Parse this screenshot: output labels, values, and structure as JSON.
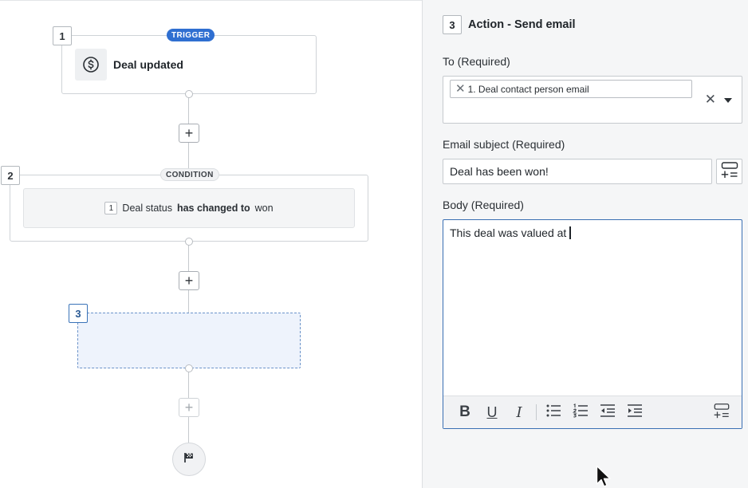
{
  "flow": {
    "trigger": {
      "step": "1",
      "badge": "TRIGGER",
      "label": "Deal updated",
      "icon": "dollar-circle-icon"
    },
    "condition": {
      "step": "2",
      "badge": "CONDITION",
      "rule_index": "1",
      "field": "Deal status",
      "operator": "has changed to",
      "value": "won"
    },
    "action_placeholder": {
      "step": "3"
    },
    "add_symbol": "+",
    "end_icon": "flag-icon"
  },
  "panel": {
    "step": "3",
    "title": "Action - Send email",
    "to": {
      "label": "To (Required)",
      "chip": "1. Deal contact person email",
      "chip_remove": "✕",
      "clear": "✕"
    },
    "subject": {
      "label": "Email subject (Required)",
      "value": "Deal has been won!"
    },
    "body": {
      "label": "Body (Required)",
      "value": "This deal was valued at",
      "toolbar": {
        "bold": "B",
        "underline": "U",
        "italic": "I"
      }
    }
  },
  "colors": {
    "accent": "#2f6fd1",
    "focus_border": "#3a6fb3",
    "placeholder_fill": "#eef3fc"
  }
}
